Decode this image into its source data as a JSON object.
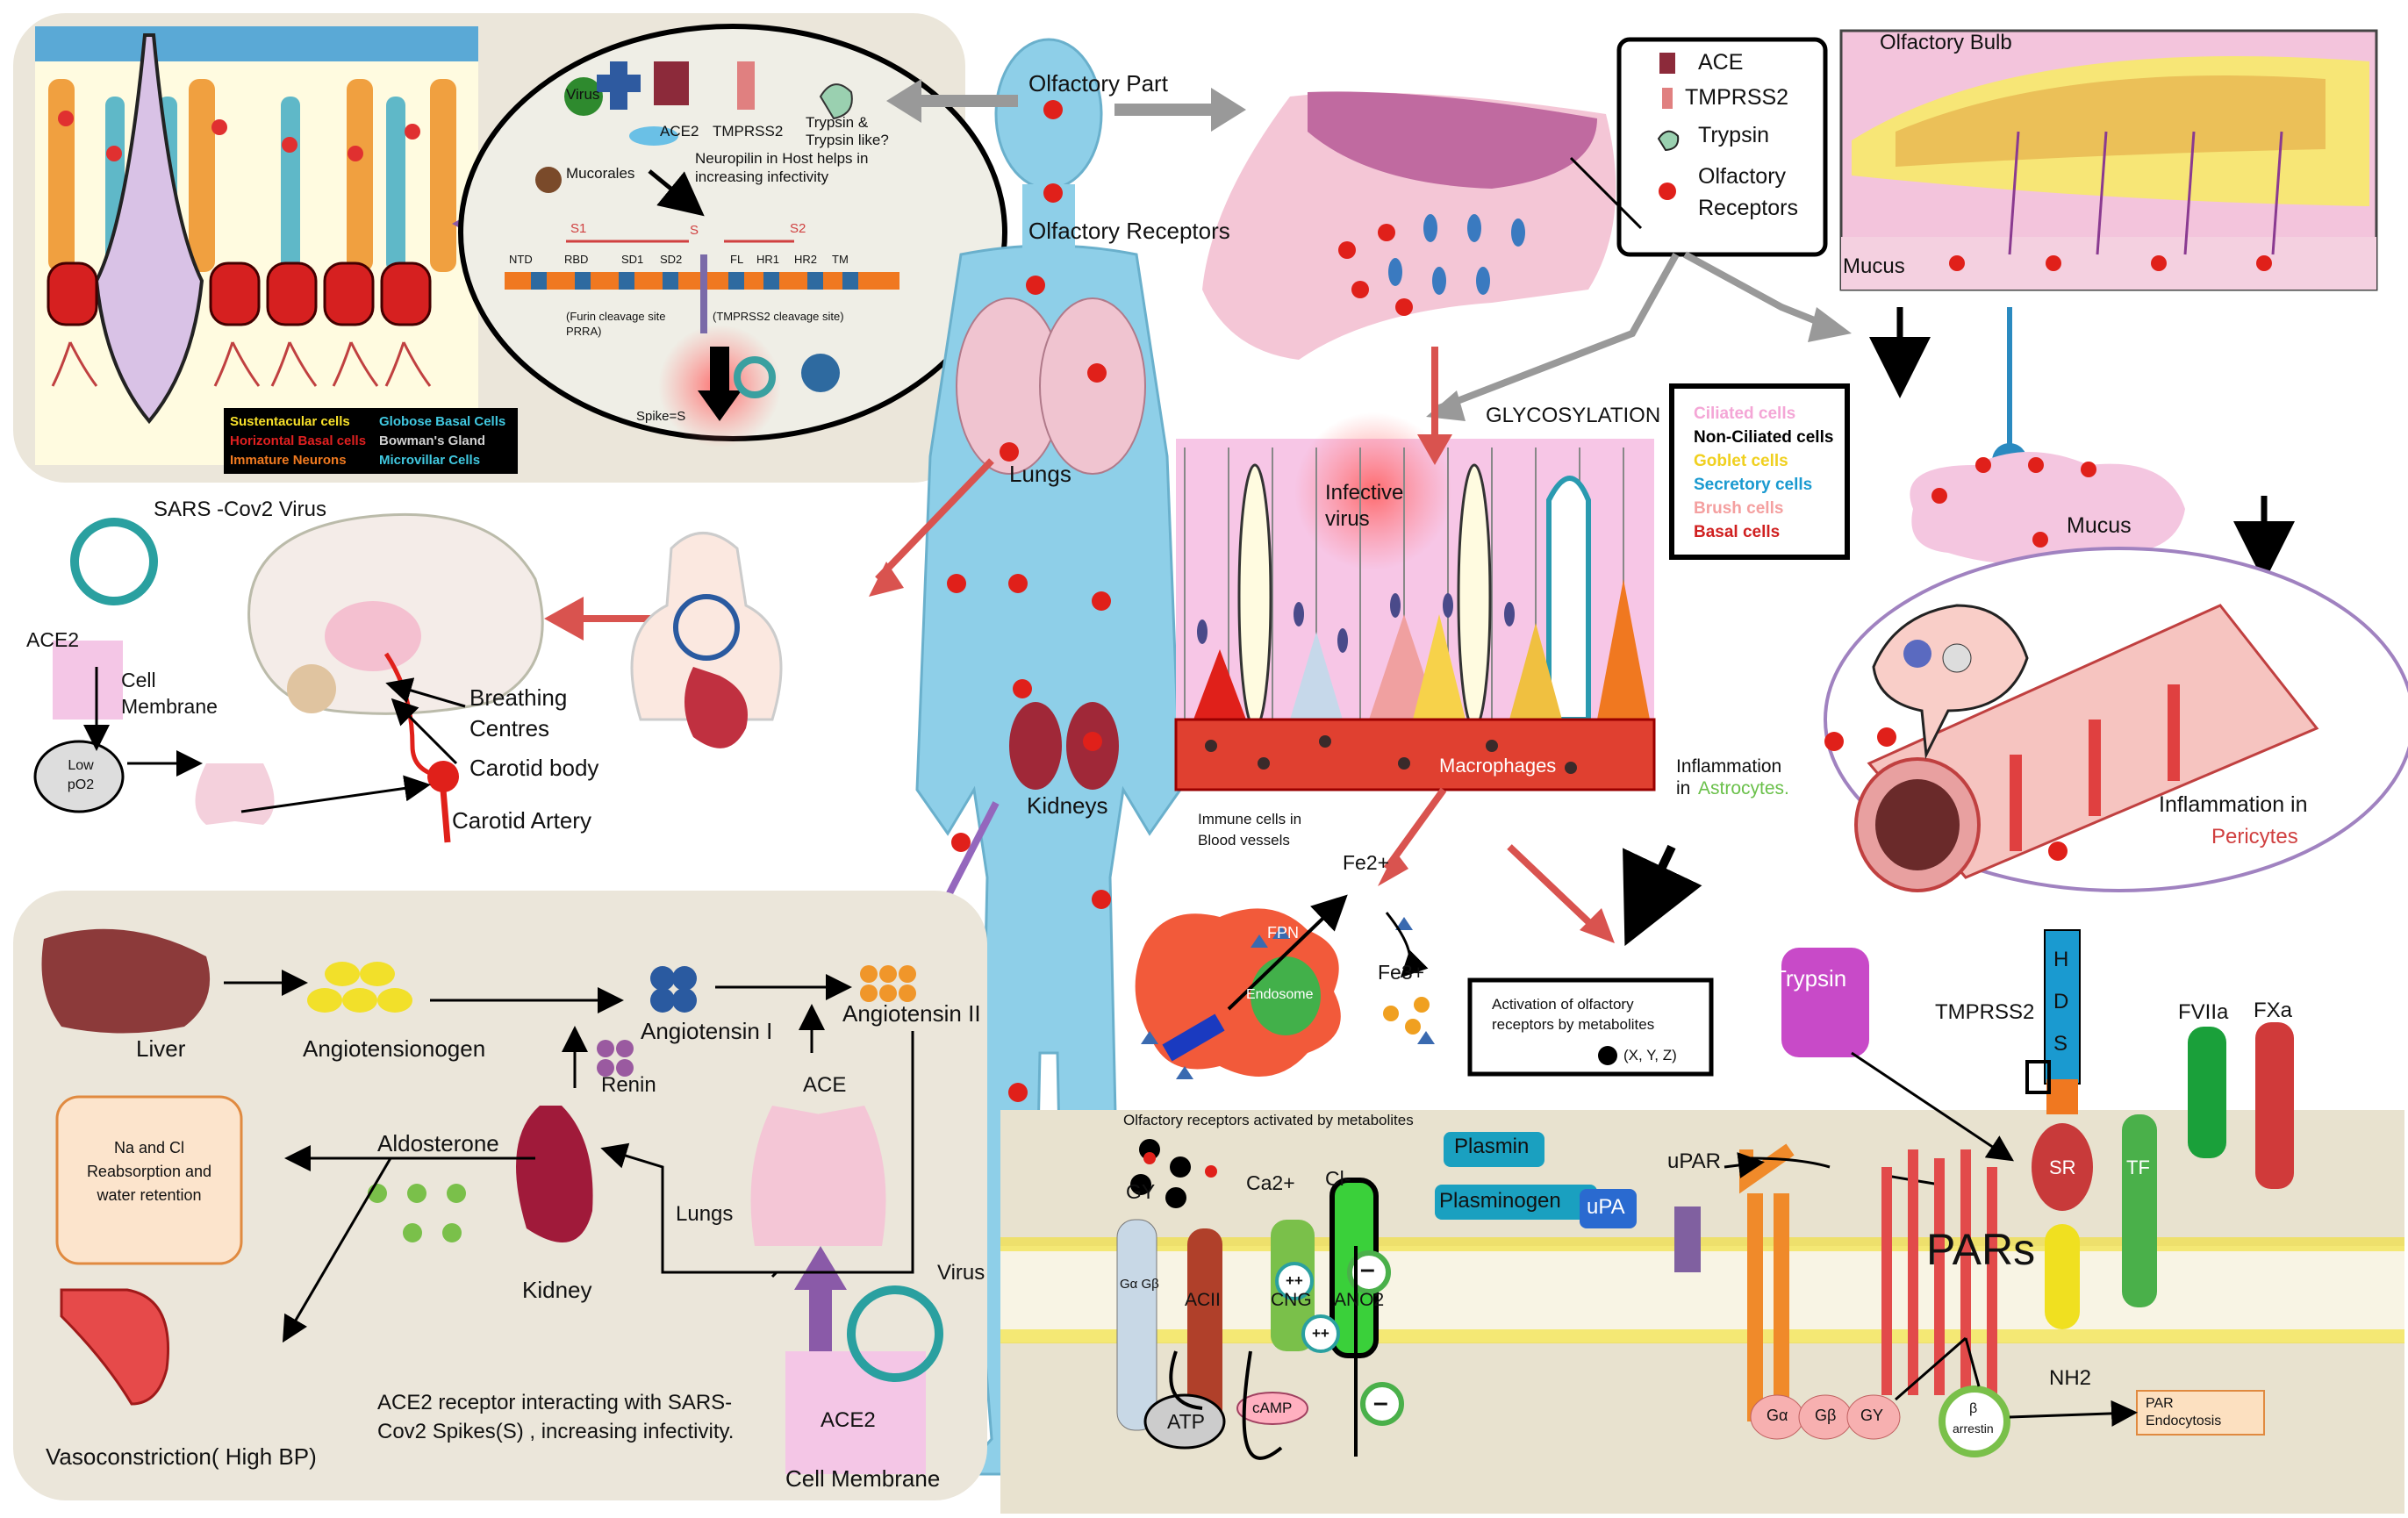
{
  "colors": {
    "body_blue": "#8ecfe8",
    "panel_bg": "#ebe6da",
    "red_arrow": "#d9534f",
    "purple_arrow": "#9467bd",
    "receptor_red": "#e0201a",
    "membrane_bg": "#e8e2cf"
  },
  "body": {
    "olfactory_part": "Olfactory Part",
    "olfactory_receptors": "Olfactory Receptors",
    "lungs": "Lungs",
    "kidneys": "Kidneys"
  },
  "epithelium_legend": {
    "sustentacular": "Sustentacular cells",
    "horizontal_basal": "Horizontal Basal cells",
    "immature_neurons": "Immature Neurons",
    "globose_basal": "Globose Basal Cells",
    "bowmans_gland": "Bowman's Gland",
    "microvillar": "Microvillar Cells"
  },
  "virus_detail": {
    "virus": "Virus",
    "ace2": "ACE2",
    "tmprss2": "TMPRSS2",
    "trypsin_like": "Trypsin & Trypsin like?",
    "mucorales": "Mucorales",
    "neuropilin": "Neuropilin in Host helps in increasing infectivity",
    "s1": "S1",
    "s": "S",
    "s2": "S2",
    "domains": [
      "NTD",
      "RBD",
      "SD1",
      "SD2",
      "FL",
      "HR1",
      "HR2",
      "TM"
    ],
    "furin": "(Furin cleavage site PRRA)",
    "tmprss2_cleavage": "(TMPRSS2 cleavage site)",
    "spike": "Spike=S"
  },
  "nose_legend": {
    "ace": "ACE",
    "tmprss2": "TMPRSS2",
    "trypsin": "Trypsin",
    "olfactory_receptors": "Olfactory Receptors"
  },
  "bulb": {
    "title": "Olfactory Bulb",
    "mucus": "Mucus",
    "mucus2": "Mucus"
  },
  "glycosylation": "GLYCOSYLATION",
  "cell_types": {
    "ciliated": "Ciliated cells",
    "non_ciliated": "Non-Ciliated cells",
    "goblet": "Goblet cells",
    "secretory": "Secretory cells",
    "brush": "Brush cells",
    "basal": "Basal cells"
  },
  "epithelium_section": {
    "infective_virus": "Infective virus",
    "macrophages": "Macrophages",
    "immune_cells": "Immune cells in Blood vessels"
  },
  "neuro": {
    "inflammation_astro_1": "Inflammation",
    "inflammation_astro_2": "in",
    "astrocytes": "Astrocytes.",
    "inflammation_peri": "Inflammation in",
    "pericytes": "Pericytes"
  },
  "breathing": {
    "sars_virus": "SARS -Cov2 Virus",
    "ace2": "ACE2",
    "cell_membrane": "Cell Membrane",
    "low_po2": "Low pO2",
    "breathing_centres": "Breathing Centres",
    "carotid_body": "Carotid body",
    "carotid_artery": "Carotid Artery"
  },
  "iron": {
    "fe2": "Fe2+",
    "fe3": "Fe3+",
    "fpn": "FPN",
    "endosome": "Endosome"
  },
  "activation_box": {
    "text": "Activation of olfactory receptors by metabolites",
    "xyz": "(X, Y, Z)"
  },
  "raas": {
    "liver": "Liver",
    "angiotensinogen": "Angiotensionogen",
    "angiotensin1": "Angiotensin I",
    "angiotensin2": "Angiotensin II",
    "renin": "Renin",
    "ace": "ACE",
    "aldosterone": "Aldosterone",
    "na_cl": "Na and Cl Reabsorption and water retention",
    "kidney": "Kidney",
    "lungs": "Lungs",
    "virus": "Virus",
    "vasoconstriction": "Vasoconstriction( High BP)",
    "ace2_text": "ACE2 receptor interacting with SARS-Cov2 Spikes(S) , increasing infectivity.",
    "ace2": "ACE2",
    "cell_membrane": "Cell Membrane"
  },
  "membrane": {
    "header": "Olfactory receptors activated by metabolites",
    "gy": "GY",
    "ga_gb": "Gα Gβ",
    "ca2": "Ca2+",
    "cl": "Cl-",
    "acii": "ACII",
    "cng": "CNG",
    "ano2": "ANO2",
    "atp": "ATP",
    "camp": "cAMP",
    "plus": "++",
    "minus": "–",
    "plasmin": "Plasmin",
    "plasminogen": "Plasminogen",
    "upa": "uPA",
    "upar": "uPAR",
    "trypsin": "Trypsin",
    "tmprss2": "TMPRSS2",
    "hds": "HDS",
    "sr": "SR",
    "tf": "TF",
    "fviia": "FVIIa",
    "fxa": "FXa",
    "pars": "PARs",
    "nh2": "NH2",
    "ga": "Gα",
    "gb": "Gβ",
    "gy2": "GY",
    "beta": "β",
    "arrestin": "arrestin",
    "par_endo": "PAR Endocytosis"
  }
}
